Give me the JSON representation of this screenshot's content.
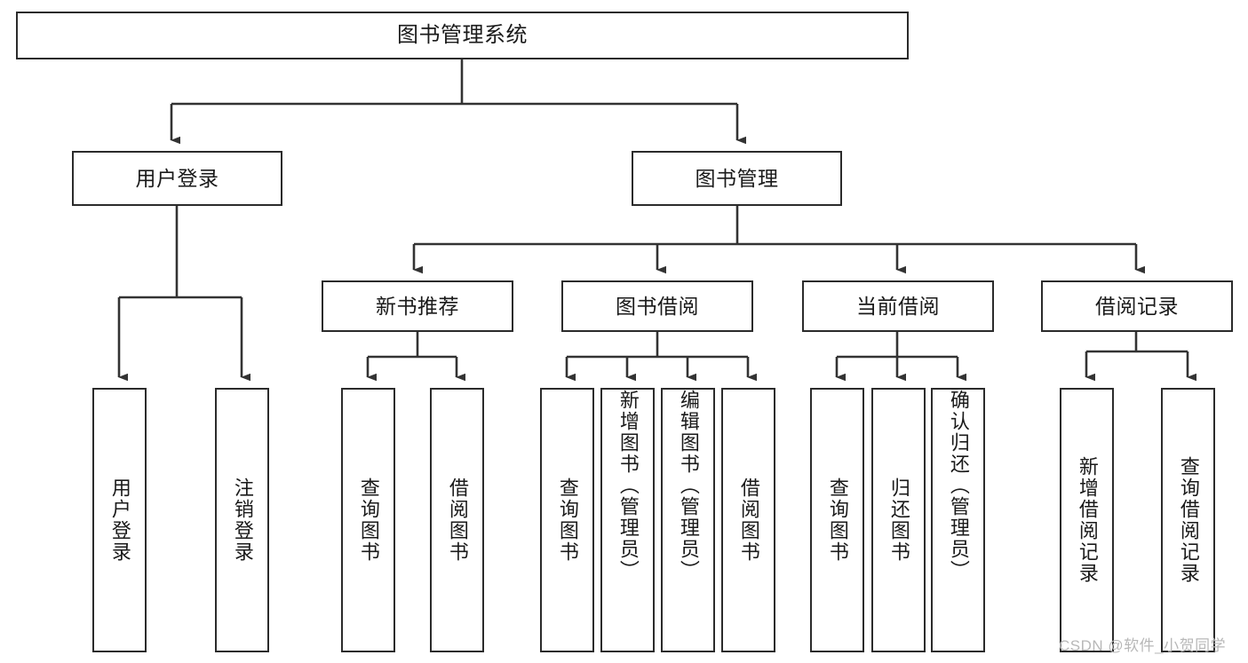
{
  "diagram": {
    "title": "图书管理系统",
    "type": "hierarchy-tree",
    "nodes": {
      "root": {
        "label": "图书管理系统"
      },
      "level2": [
        {
          "id": "user-login",
          "label": "用户登录"
        },
        {
          "id": "book-management",
          "label": "图书管理"
        }
      ],
      "level3": [
        {
          "id": "new-book-recommend",
          "label": "新书推荐"
        },
        {
          "id": "book-borrow",
          "label": "图书借阅"
        },
        {
          "id": "current-borrow",
          "label": "当前借阅"
        },
        {
          "id": "borrow-record",
          "label": "借阅记录"
        }
      ],
      "leaves": {
        "user-login": [
          {
            "id": "leaf-user-login",
            "label": "用户登录"
          },
          {
            "id": "leaf-logout-login",
            "label": "注销登录"
          }
        ],
        "new-book-recommend": [
          {
            "id": "leaf-query-book-1",
            "label": "查询图书"
          },
          {
            "id": "leaf-borrow-book-1",
            "label": "借阅图书"
          }
        ],
        "book-borrow": [
          {
            "id": "leaf-query-book-2",
            "label": "查询图书"
          },
          {
            "id": "leaf-add-book",
            "label": "新增图书（管理员）"
          },
          {
            "id": "leaf-edit-book",
            "label": "编辑图书（管理员）"
          },
          {
            "id": "leaf-borrow-book-2",
            "label": "借阅图书"
          }
        ],
        "current-borrow": [
          {
            "id": "leaf-query-book-3",
            "label": "查询图书"
          },
          {
            "id": "leaf-return-book",
            "label": "归还图书"
          },
          {
            "id": "leaf-confirm-return",
            "label": "确认归还（管理员）"
          }
        ],
        "borrow-record": [
          {
            "id": "leaf-add-record",
            "label": "新增借阅记录"
          },
          {
            "id": "leaf-query-record",
            "label": "查询借阅记录"
          }
        ]
      }
    },
    "colors": {
      "box_border": "#2b2b2b",
      "box_fill": "#ffffff",
      "connector": "#333333",
      "text": "#1a1a1a",
      "watermark": "#b8b8b8"
    }
  },
  "watermark": {
    "text": "CSDN @软件_小贺同学"
  }
}
